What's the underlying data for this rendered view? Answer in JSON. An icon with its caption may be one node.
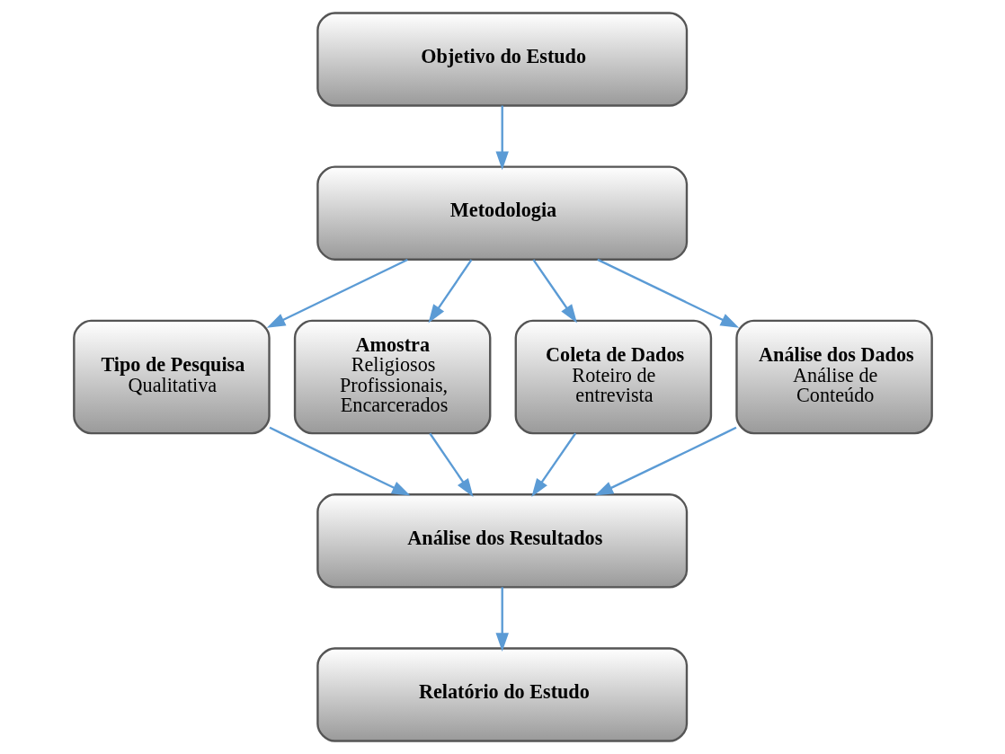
{
  "diagram": {
    "nodes": [
      {
        "text": [
          "Objetivo do Estudo"
        ]
      },
      {
        "text": [
          "Metodologia"
        ]
      },
      {
        "text": [
          "Tipo de Pesquisa",
          "Qualitativa"
        ]
      },
      {
        "text": [
          "Amostra",
          "Religiosos Profissionais, Encarcerados"
        ]
      },
      {
        "text": [
          "Coleta de Dados",
          "Roteiro de entrevista"
        ]
      },
      {
        "text": [
          "Análise dos Dados",
          "Análise de Conteúdo"
        ]
      },
      {
        "text": [
          "Análise dos Resultados"
        ]
      },
      {
        "text": [
          "Relatório do Estudo"
        ]
      }
    ],
    "edges": [
      {
        "from": 0,
        "to": 1,
        "arrow": "to"
      },
      {
        "from": 1,
        "to": 2,
        "arrow": "to"
      },
      {
        "from": 1,
        "to": 3,
        "arrow": "to"
      },
      {
        "from": 1,
        "to": 4,
        "arrow": "to"
      },
      {
        "from": 1,
        "to": 5,
        "arrow": "to"
      },
      {
        "from": 2,
        "to": 6,
        "arrow": "to"
      },
      {
        "from": 3,
        "to": 6,
        "arrow": "to"
      },
      {
        "from": 4,
        "to": 6,
        "arrow": "to"
      },
      {
        "from": 5,
        "to": 6,
        "arrow": "to"
      },
      {
        "from": 6,
        "to": 7,
        "arrow": "to"
      }
    ]
  }
}
